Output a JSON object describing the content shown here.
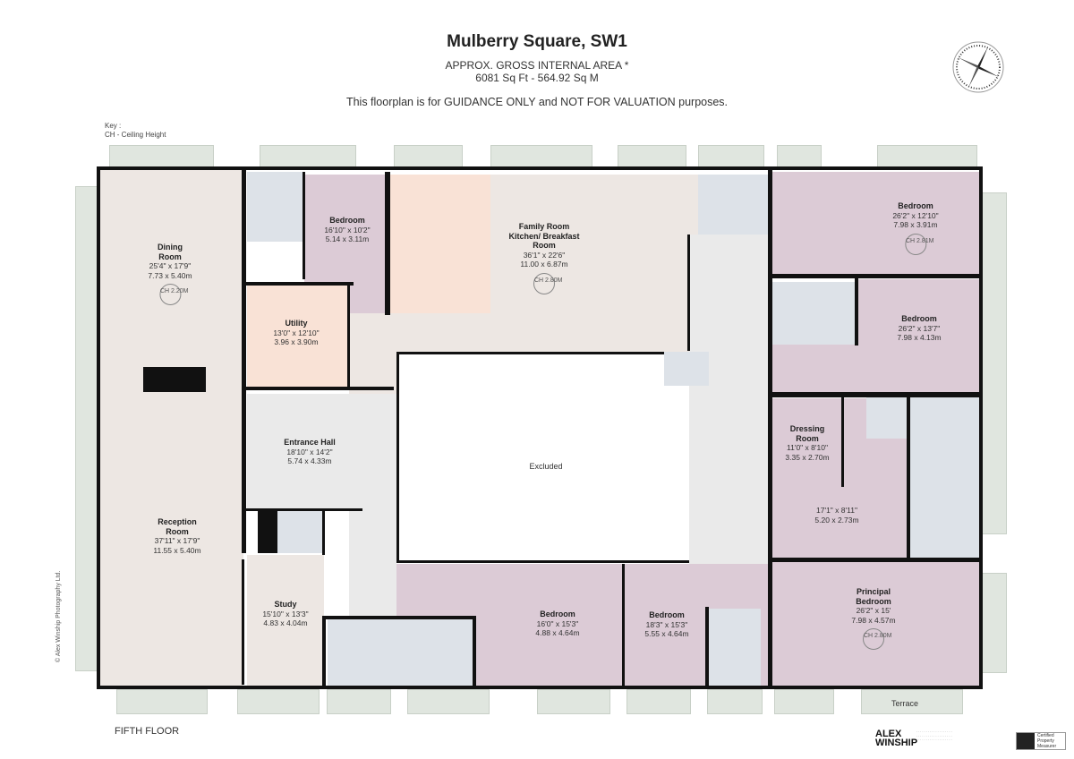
{
  "header": {
    "title": "Mulberry Square, SW1",
    "area_label": "APPROX. GROSS INTERNAL  AREA *",
    "area_value": "6081 Sq Ft  -  564.92 Sq M",
    "note": "This floorplan is for GUIDANCE ONLY and NOT FOR VALUATION purposes."
  },
  "key": {
    "title": "Key :",
    "ch": "CH - Ceiling Height"
  },
  "rooms": {
    "dining": {
      "name": "Dining Room",
      "imperial": "25'4\" x 17'9\"",
      "metric": "7.73 x 5.40m",
      "ch": "CH 2.20M"
    },
    "reception": {
      "name": "Reception Room",
      "imperial": "37'11\" x 17'9\"",
      "metric": "11.55 x 5.40m"
    },
    "bedroom_1": {
      "name": "Bedroom",
      "imperial": "16'10\" x 10'2\"",
      "metric": "5.14 x 3.11m"
    },
    "utility": {
      "name": "Utility",
      "imperial": "13'0\" x 12'10\"",
      "metric": "3.96 x 3.90m"
    },
    "family": {
      "name": "Family Room Kitchen/ Breakfast Room",
      "imperial": "36'1\" x 22'6\"",
      "metric": "11.00 x 6.87m",
      "ch": "CH 2.80M"
    },
    "bedroom_2": {
      "name": "Bedroom",
      "imperial": "26'2\" x 12'10\"",
      "metric": "7.98 x 3.91m",
      "ch": "CH 2.81M"
    },
    "bedroom_3": {
      "name": "Bedroom",
      "imperial": "26'2\" x 13'7\"",
      "metric": "7.98 x 4.13m"
    },
    "entrance": {
      "name": "Entrance Hall",
      "imperial": "18'10\" x 14'2\"",
      "metric": "5.74 x 4.33m"
    },
    "excluded": {
      "name": "Excluded"
    },
    "dressing": {
      "name": "Dressing Room",
      "imperial": "11'0\" x 8'10\"",
      "metric": "3.35 x 2.70m"
    },
    "dressing_2": {
      "imperial": "17'1\" x 8'11\"",
      "metric": "5.20 x 2.73m"
    },
    "study": {
      "name": "Study",
      "imperial": "15'10\" x 13'3\"",
      "metric": "4.83 x 4.04m"
    },
    "bedroom_4": {
      "name": "Bedroom",
      "imperial": "16'0\" x 15'3\"",
      "metric": "4.88 x 4.64m"
    },
    "bedroom_5": {
      "name": "Bedroom",
      "imperial": "18'3\" x 15'3\"",
      "metric": "5.55 x 4.64m"
    },
    "principal": {
      "name": "Principal Bedroom",
      "imperial": "26'2\" x 15'",
      "metric": "7.98 x 4.57m",
      "ch": "CH 2.80M"
    },
    "terrace": {
      "name": "Terrace"
    }
  },
  "floor_label": "FIFTH FLOOR",
  "copyright": "© Alex Winship Photography Ltd.",
  "branding": {
    "logo": "ALEX WINSHIP",
    "rics": "Certified Property Measurer"
  },
  "colors": {
    "bedroom": "#dccbd6",
    "living": "#ede7e3",
    "kitchen": "#f9e2d6",
    "bathroom": "#dde2e8",
    "circulation": "#eaeaea",
    "terrace": "#e0e6df"
  }
}
